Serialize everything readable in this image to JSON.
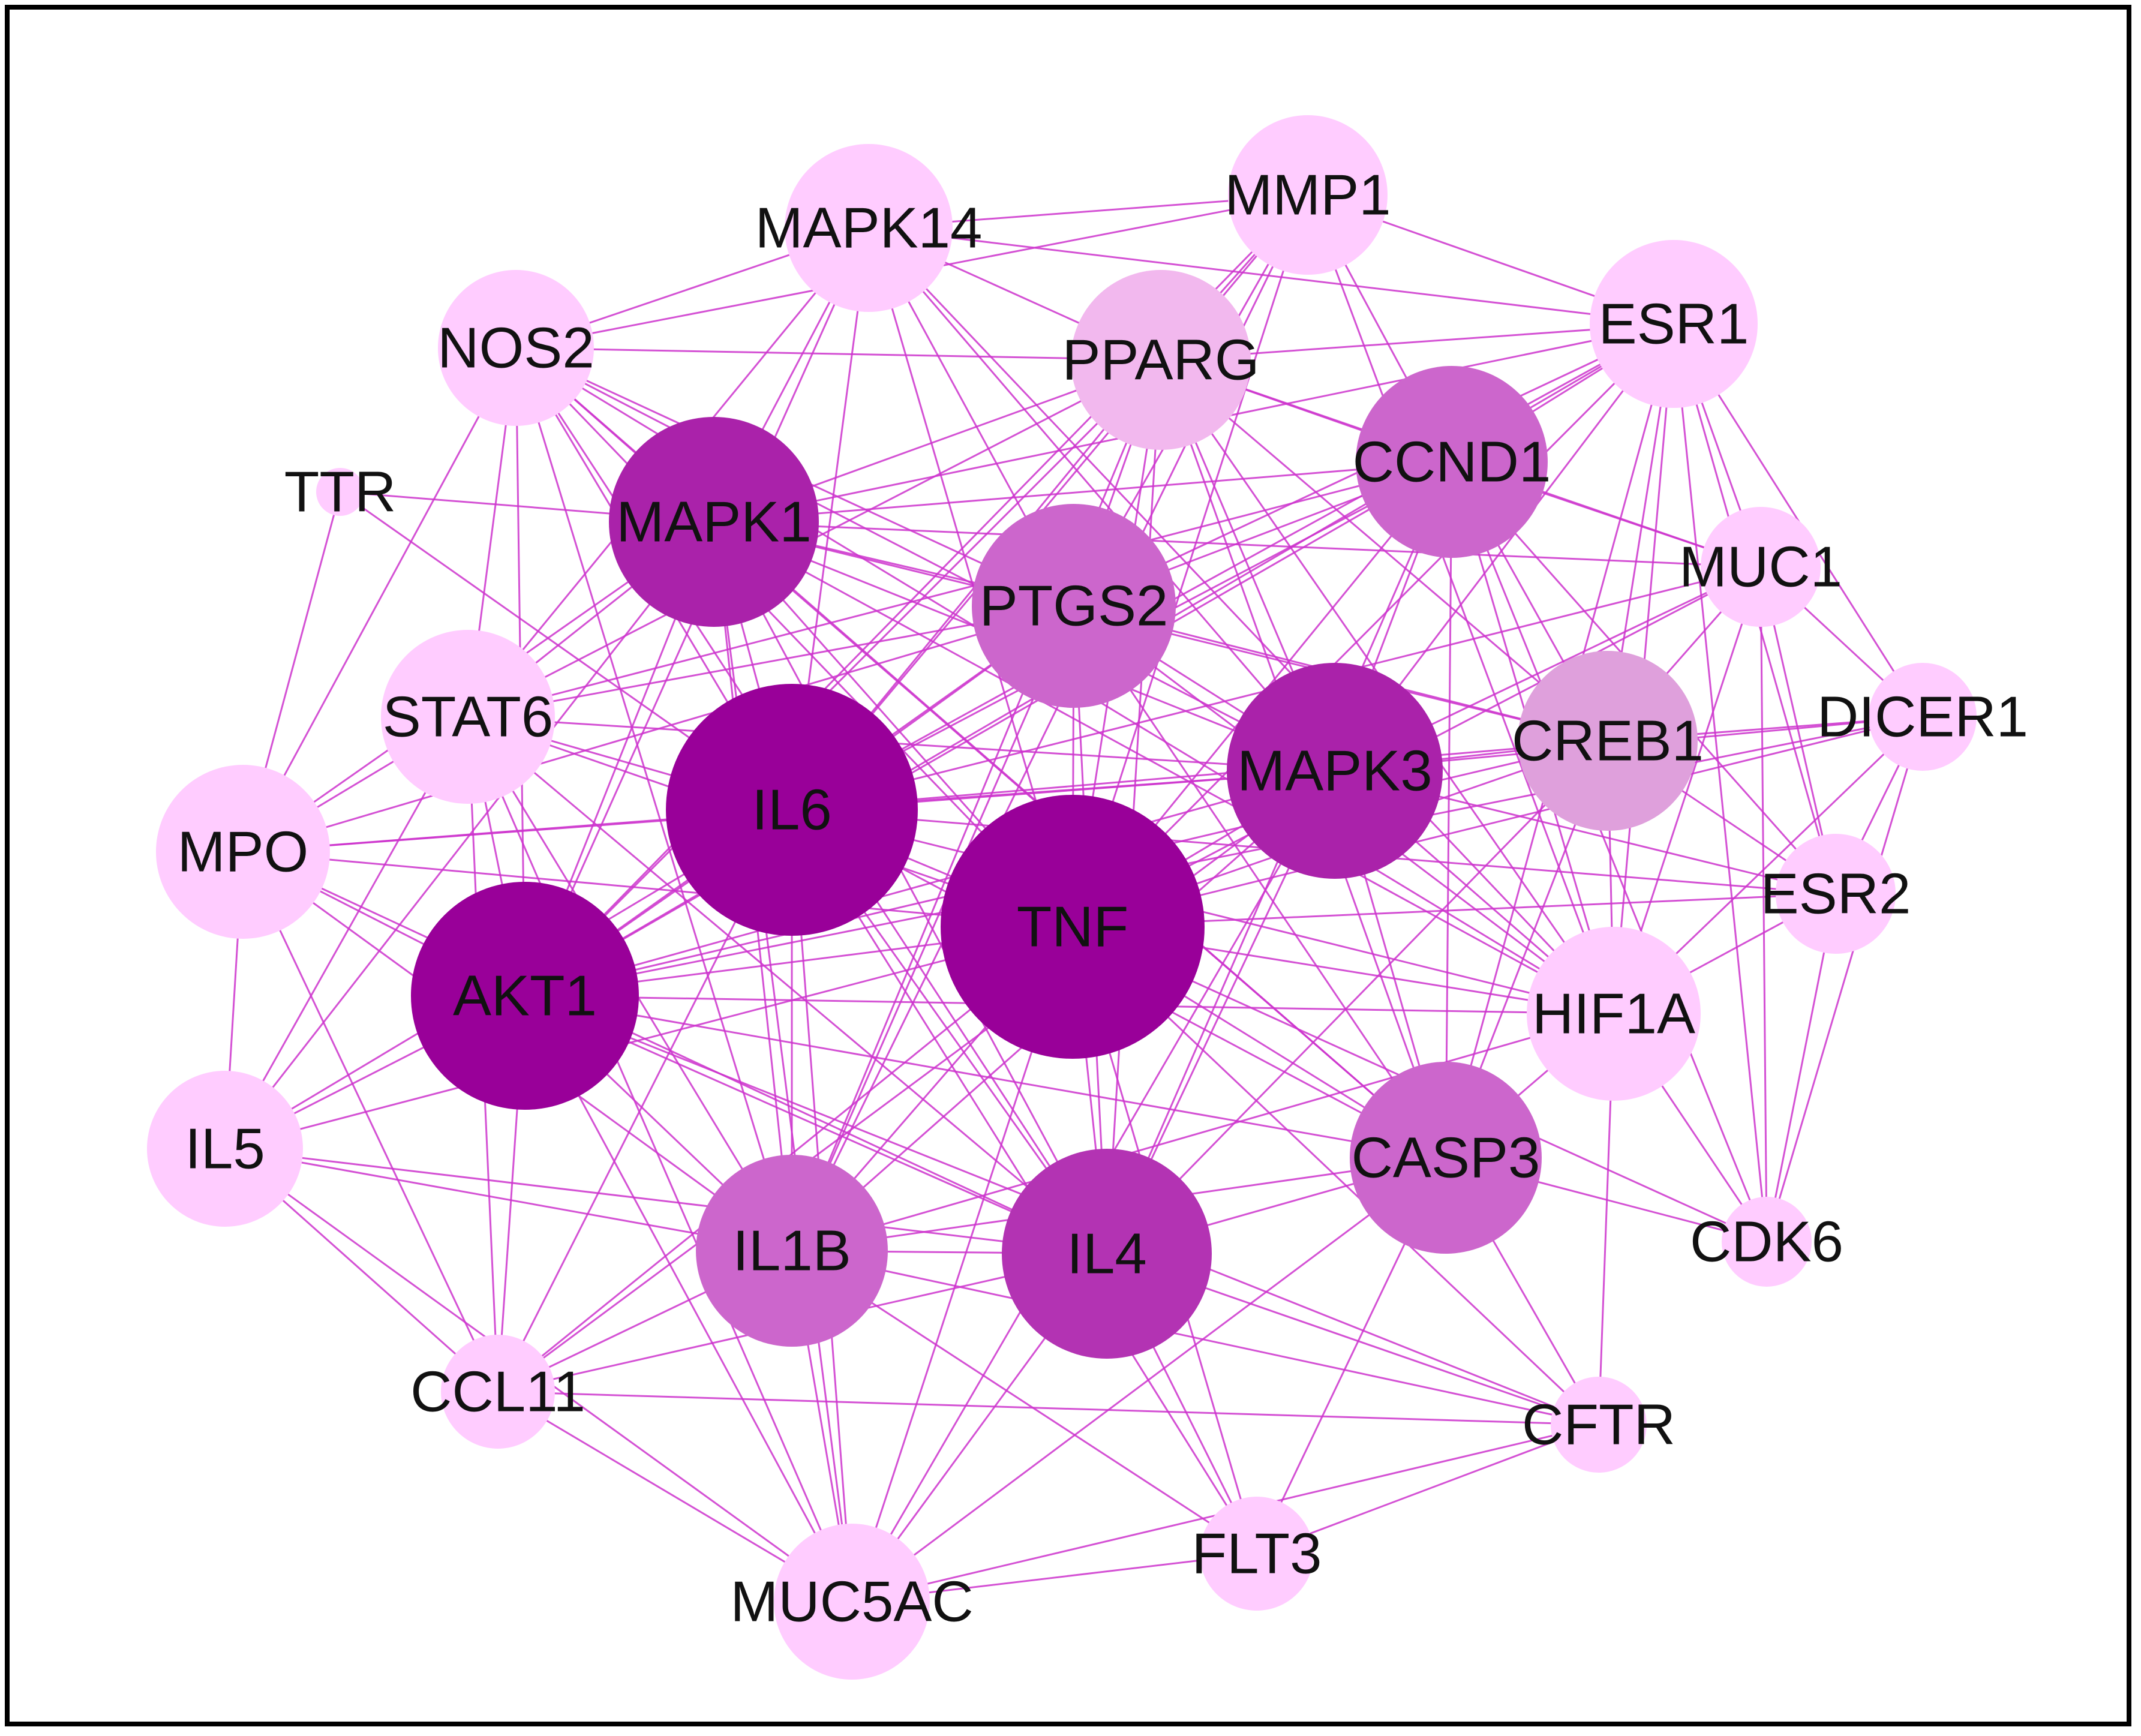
{
  "diagram": {
    "type": "protein-protein interaction network",
    "colors": {
      "edge": "#cc33cc",
      "degree_scale": [
        "#ffccff",
        "#f2b8ee",
        "#dfa0dc",
        "#cc66cc",
        "#b333b3",
        "#aa22aa",
        "#990099"
      ]
    },
    "nodes": [
      {
        "id": "TNF",
        "label": "TNF",
        "level": 6
      },
      {
        "id": "IL6",
        "label": "IL6",
        "level": 6
      },
      {
        "id": "AKT1",
        "label": "AKT1",
        "level": 6
      },
      {
        "id": "MAPK1",
        "label": "MAPK1",
        "level": 5
      },
      {
        "id": "MAPK3",
        "label": "MAPK3",
        "level": 5
      },
      {
        "id": "IL4",
        "label": "IL4",
        "level": 4
      },
      {
        "id": "PTGS2",
        "label": "PTGS2",
        "level": 3
      },
      {
        "id": "CCND1",
        "label": "CCND1",
        "level": 3
      },
      {
        "id": "CASP3",
        "label": "CASP3",
        "level": 3
      },
      {
        "id": "IL1B",
        "label": "IL1B",
        "level": 3
      },
      {
        "id": "CREB1",
        "label": "CREB1",
        "level": 2
      },
      {
        "id": "PPARG",
        "label": "PPARG",
        "level": 1
      },
      {
        "id": "MAPK14",
        "label": "MAPK14",
        "level": 0
      },
      {
        "id": "MMP1",
        "label": "MMP1",
        "level": 0
      },
      {
        "id": "ESR1",
        "label": "ESR1",
        "level": 0
      },
      {
        "id": "NOS2",
        "label": "NOS2",
        "level": 0
      },
      {
        "id": "TTR",
        "label": "TTR",
        "level": 0
      },
      {
        "id": "MUC1",
        "label": "MUC1",
        "level": 0
      },
      {
        "id": "DICER1",
        "label": "DICER1",
        "level": 0
      },
      {
        "id": "STAT6",
        "label": "STAT6",
        "level": 0
      },
      {
        "id": "MPO",
        "label": "MPO",
        "level": 0
      },
      {
        "id": "ESR2",
        "label": "ESR2",
        "level": 0
      },
      {
        "id": "HIF1A",
        "label": "HIF1A",
        "level": 0
      },
      {
        "id": "IL5",
        "label": "IL5",
        "level": 0
      },
      {
        "id": "CDK6",
        "label": "CDK6",
        "level": 0
      },
      {
        "id": "CCL11",
        "label": "CCL11",
        "level": 0
      },
      {
        "id": "CFTR",
        "label": "CFTR",
        "level": 0
      },
      {
        "id": "FLT3",
        "label": "FLT3",
        "level": 0
      },
      {
        "id": "MUC5AC",
        "label": "MUC5AC",
        "level": 0
      }
    ],
    "edges": [
      [
        "TNF",
        "IL6"
      ],
      [
        "TNF",
        "AKT1"
      ],
      [
        "TNF",
        "MAPK1"
      ],
      [
        "TNF",
        "MAPK3"
      ],
      [
        "TNF",
        "IL4"
      ],
      [
        "TNF",
        "PTGS2"
      ],
      [
        "TNF",
        "CCND1"
      ],
      [
        "TNF",
        "CASP3"
      ],
      [
        "TNF",
        "IL1B"
      ],
      [
        "TNF",
        "CREB1"
      ],
      [
        "TNF",
        "PPARG"
      ],
      [
        "TNF",
        "MAPK14"
      ],
      [
        "TNF",
        "MMP1"
      ],
      [
        "TNF",
        "ESR1"
      ],
      [
        "TNF",
        "NOS2"
      ],
      [
        "TNF",
        "MUC1"
      ],
      [
        "TNF",
        "STAT6"
      ],
      [
        "TNF",
        "MPO"
      ],
      [
        "TNF",
        "HIF1A"
      ],
      [
        "TNF",
        "IL5"
      ],
      [
        "TNF",
        "CCL11"
      ],
      [
        "TNF",
        "CFTR"
      ],
      [
        "TNF",
        "FLT3"
      ],
      [
        "TNF",
        "MUC5AC"
      ],
      [
        "TNF",
        "DICER1"
      ],
      [
        "TNF",
        "ESR2"
      ],
      [
        "TNF",
        "CDK6"
      ],
      [
        "IL6",
        "AKT1"
      ],
      [
        "IL6",
        "MAPK1"
      ],
      [
        "IL6",
        "MAPK3"
      ],
      [
        "IL6",
        "IL4"
      ],
      [
        "IL6",
        "PTGS2"
      ],
      [
        "IL6",
        "CCND1"
      ],
      [
        "IL6",
        "CASP3"
      ],
      [
        "IL6",
        "IL1B"
      ],
      [
        "IL6",
        "CREB1"
      ],
      [
        "IL6",
        "PPARG"
      ],
      [
        "IL6",
        "MAPK14"
      ],
      [
        "IL6",
        "MMP1"
      ],
      [
        "IL6",
        "ESR1"
      ],
      [
        "IL6",
        "NOS2"
      ],
      [
        "IL6",
        "STAT6"
      ],
      [
        "IL6",
        "MPO"
      ],
      [
        "IL6",
        "HIF1A"
      ],
      [
        "IL6",
        "IL5"
      ],
      [
        "IL6",
        "CCL11"
      ],
      [
        "IL6",
        "MUC5AC"
      ],
      [
        "IL6",
        "MUC1"
      ],
      [
        "IL6",
        "FLT3"
      ],
      [
        "IL6",
        "TTR"
      ],
      [
        "IL6",
        "ESR2"
      ],
      [
        "AKT1",
        "MAPK1"
      ],
      [
        "AKT1",
        "MAPK3"
      ],
      [
        "AKT1",
        "IL4"
      ],
      [
        "AKT1",
        "PTGS2"
      ],
      [
        "AKT1",
        "CCND1"
      ],
      [
        "AKT1",
        "CASP3"
      ],
      [
        "AKT1",
        "IL1B"
      ],
      [
        "AKT1",
        "CREB1"
      ],
      [
        "AKT1",
        "PPARG"
      ],
      [
        "AKT1",
        "MAPK14"
      ],
      [
        "AKT1",
        "ESR1"
      ],
      [
        "AKT1",
        "NOS2"
      ],
      [
        "AKT1",
        "STAT6"
      ],
      [
        "AKT1",
        "MPO"
      ],
      [
        "AKT1",
        "HIF1A"
      ],
      [
        "AKT1",
        "IL5"
      ],
      [
        "AKT1",
        "CCL11"
      ],
      [
        "AKT1",
        "MUC5AC"
      ],
      [
        "AKT1",
        "CFTR"
      ],
      [
        "AKT1",
        "DICER1"
      ],
      [
        "AKT1",
        "MMP1"
      ],
      [
        "MAPK1",
        "MAPK3"
      ],
      [
        "MAPK1",
        "IL4"
      ],
      [
        "MAPK1",
        "PTGS2"
      ],
      [
        "MAPK1",
        "CCND1"
      ],
      [
        "MAPK1",
        "CASP3"
      ],
      [
        "MAPK1",
        "IL1B"
      ],
      [
        "MAPK1",
        "CREB1"
      ],
      [
        "MAPK1",
        "PPARG"
      ],
      [
        "MAPK1",
        "MAPK14"
      ],
      [
        "MAPK1",
        "ESR1"
      ],
      [
        "MAPK1",
        "NOS2"
      ],
      [
        "MAPK1",
        "STAT6"
      ],
      [
        "MAPK1",
        "MPO"
      ],
      [
        "MAPK1",
        "HIF1A"
      ],
      [
        "MAPK1",
        "MUC1"
      ],
      [
        "MAPK1",
        "MUC5AC"
      ],
      [
        "MAPK1",
        "IL5"
      ],
      [
        "MAPK1",
        "TTR"
      ],
      [
        "MAPK3",
        "IL4"
      ],
      [
        "MAPK3",
        "PTGS2"
      ],
      [
        "MAPK3",
        "CCND1"
      ],
      [
        "MAPK3",
        "CASP3"
      ],
      [
        "MAPK3",
        "IL1B"
      ],
      [
        "MAPK3",
        "CREB1"
      ],
      [
        "MAPK3",
        "PPARG"
      ],
      [
        "MAPK3",
        "MAPK14"
      ],
      [
        "MAPK3",
        "ESR1"
      ],
      [
        "MAPK3",
        "STAT6"
      ],
      [
        "MAPK3",
        "MPO"
      ],
      [
        "MAPK3",
        "HIF1A"
      ],
      [
        "MAPK3",
        "MUC1"
      ],
      [
        "MAPK3",
        "MUC5AC"
      ],
      [
        "MAPK3",
        "DICER1"
      ],
      [
        "MAPK3",
        "ESR2"
      ],
      [
        "MAPK3",
        "NOS2"
      ],
      [
        "MAPK3",
        "CCL11"
      ],
      [
        "IL4",
        "PTGS2"
      ],
      [
        "IL4",
        "IL1B"
      ],
      [
        "IL4",
        "CASP3"
      ],
      [
        "IL4",
        "STAT6"
      ],
      [
        "IL4",
        "IL5"
      ],
      [
        "IL4",
        "CCL11"
      ],
      [
        "IL4",
        "MUC5AC"
      ],
      [
        "IL4",
        "FLT3"
      ],
      [
        "IL4",
        "CFTR"
      ],
      [
        "IL4",
        "PPARG"
      ],
      [
        "IL4",
        "NOS2"
      ],
      [
        "IL4",
        "MPO"
      ],
      [
        "IL4",
        "CREB1"
      ],
      [
        "IL4",
        "CCND1"
      ],
      [
        "PTGS2",
        "CCND1"
      ],
      [
        "PTGS2",
        "CASP3"
      ],
      [
        "PTGS2",
        "IL1B"
      ],
      [
        "PTGS2",
        "PPARG"
      ],
      [
        "PTGS2",
        "NOS2"
      ],
      [
        "PTGS2",
        "MAPK14"
      ],
      [
        "PTGS2",
        "MMP1"
      ],
      [
        "PTGS2",
        "ESR1"
      ],
      [
        "PTGS2",
        "STAT6"
      ],
      [
        "PTGS2",
        "HIF1A"
      ],
      [
        "PTGS2",
        "CREB1"
      ],
      [
        "PTGS2",
        "MPO"
      ],
      [
        "CCND1",
        "CASP3"
      ],
      [
        "CCND1",
        "CREB1"
      ],
      [
        "CCND1",
        "ESR1"
      ],
      [
        "CCND1",
        "PPARG"
      ],
      [
        "CCND1",
        "MMP1"
      ],
      [
        "CCND1",
        "MUC1"
      ],
      [
        "CCND1",
        "CDK6"
      ],
      [
        "CCND1",
        "HIF1A"
      ],
      [
        "CCND1",
        "ESR2"
      ],
      [
        "CCND1",
        "STAT6"
      ],
      [
        "CASP3",
        "IL1B"
      ],
      [
        "CASP3",
        "HIF1A"
      ],
      [
        "CASP3",
        "CREB1"
      ],
      [
        "CASP3",
        "MUC5AC"
      ],
      [
        "CASP3",
        "CDK6"
      ],
      [
        "CASP3",
        "CFTR"
      ],
      [
        "CASP3",
        "ESR1"
      ],
      [
        "CASP3",
        "PPARG"
      ],
      [
        "CASP3",
        "NOS2"
      ],
      [
        "CASP3",
        "FLT3"
      ],
      [
        "IL1B",
        "CCL11"
      ],
      [
        "IL1B",
        "MUC5AC"
      ],
      [
        "IL1B",
        "IL5"
      ],
      [
        "IL1B",
        "MPO"
      ],
      [
        "IL1B",
        "NOS2"
      ],
      [
        "IL1B",
        "STAT6"
      ],
      [
        "IL1B",
        "PPARG"
      ],
      [
        "IL1B",
        "HIF1A"
      ],
      [
        "IL1B",
        "CFTR"
      ],
      [
        "IL1B",
        "FLT3"
      ],
      [
        "IL1B",
        "MMP1"
      ],
      [
        "CREB1",
        "HIF1A"
      ],
      [
        "CREB1",
        "ESR1"
      ],
      [
        "CREB1",
        "DICER1"
      ],
      [
        "CREB1",
        "MUC1"
      ],
      [
        "CREB1",
        "PPARG"
      ],
      [
        "CREB1",
        "ESR2"
      ],
      [
        "PPARG",
        "MMP1"
      ],
      [
        "PPARG",
        "NOS2"
      ],
      [
        "PPARG",
        "ESR1"
      ],
      [
        "PPARG",
        "MAPK14"
      ],
      [
        "PPARG",
        "HIF1A"
      ],
      [
        "PPARG",
        "STAT6"
      ],
      [
        "PPARG",
        "MUC1"
      ],
      [
        "MAPK14",
        "MMP1"
      ],
      [
        "MAPK14",
        "NOS2"
      ],
      [
        "MAPK14",
        "STAT6"
      ],
      [
        "MAPK14",
        "HIF1A"
      ],
      [
        "MAPK14",
        "ESR1"
      ],
      [
        "MMP1",
        "ESR1"
      ],
      [
        "MMP1",
        "HIF1A"
      ],
      [
        "MMP1",
        "NOS2"
      ],
      [
        "ESR1",
        "MUC1"
      ],
      [
        "ESR1",
        "ESR2"
      ],
      [
        "ESR1",
        "HIF1A"
      ],
      [
        "ESR1",
        "CDK6"
      ],
      [
        "ESR1",
        "DICER1"
      ],
      [
        "NOS2",
        "STAT6"
      ],
      [
        "NOS2",
        "MPO"
      ],
      [
        "NOS2",
        "HIF1A"
      ],
      [
        "TTR",
        "MPO"
      ],
      [
        "MUC1",
        "DICER1"
      ],
      [
        "MUC1",
        "HIF1A"
      ],
      [
        "MUC1",
        "ESR2"
      ],
      [
        "MUC1",
        "CDK6"
      ],
      [
        "DICER1",
        "ESR2"
      ],
      [
        "DICER1",
        "HIF1A"
      ],
      [
        "DICER1",
        "CDK6"
      ],
      [
        "STAT6",
        "MPO"
      ],
      [
        "STAT6",
        "IL5"
      ],
      [
        "STAT6",
        "CCL11"
      ],
      [
        "STAT6",
        "MUC5AC"
      ],
      [
        "MPO",
        "IL5"
      ],
      [
        "MPO",
        "CCL11"
      ],
      [
        "ESR2",
        "HIF1A"
      ],
      [
        "ESR2",
        "CDK6"
      ],
      [
        "HIF1A",
        "CDK6"
      ],
      [
        "HIF1A",
        "CFTR"
      ],
      [
        "IL5",
        "CCL11"
      ],
      [
        "IL5",
        "MUC5AC"
      ],
      [
        "CCL11",
        "MUC5AC"
      ],
      [
        "CCL11",
        "CFTR"
      ],
      [
        "CFTR",
        "MUC5AC"
      ],
      [
        "FLT3",
        "MUC5AC"
      ],
      [
        "FLT3",
        "CFTR"
      ]
    ]
  }
}
